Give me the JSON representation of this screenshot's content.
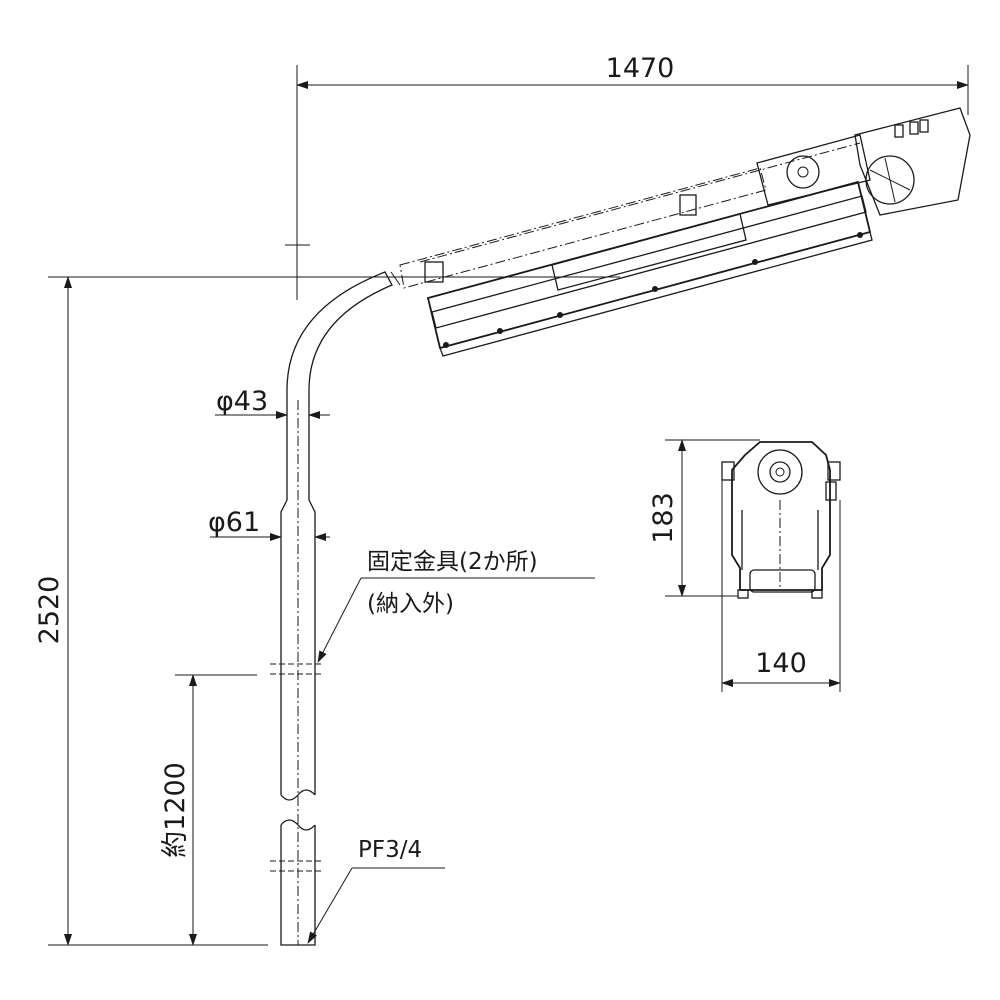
{
  "dimensions": {
    "overall_width": "1470",
    "overall_height": "2520",
    "pipe_diameter": "φ43",
    "pole_diameter": "φ61",
    "burial_depth": "約1200",
    "side_height": "183",
    "side_width": "140"
  },
  "notes": {
    "bracket_line1": "固定金具(2か所)",
    "bracket_line2": "(納入外)",
    "conduit": "PF3/4"
  }
}
